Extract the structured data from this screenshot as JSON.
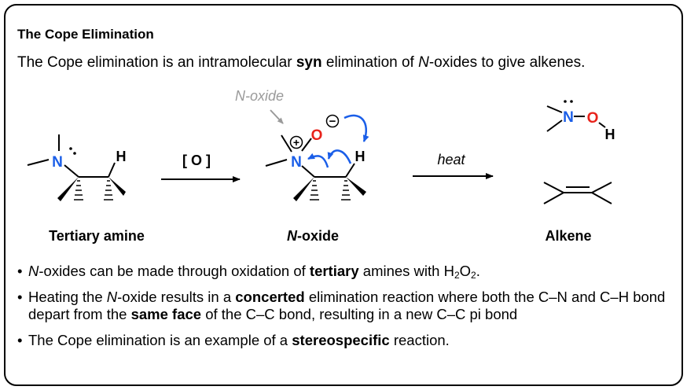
{
  "heading": "The Cope Elimination",
  "intro": {
    "before": "The Cope elimination is an intramolecular ",
    "bold": "syn",
    "middle": " elimination of ",
    "italic": "N",
    "after": "-oxides to give alkenes."
  },
  "scheme": {
    "callout": "N-oxide",
    "arrow1_label": "[ O ]",
    "arrow2_label": "heat",
    "captions": {
      "reactant": "Tertiary amine",
      "intermediate_italic": "N",
      "intermediate_rest": "-oxide",
      "product": "Alkene"
    },
    "atoms": {
      "nitrogen": "N",
      "oxygen": "O",
      "hydrogen": "H",
      "plus": "+",
      "minus": "−"
    },
    "colors": {
      "nitrogen": "#1a5ee8",
      "oxygen": "#e8231b",
      "arrows": "#1a5ee8",
      "callout": "#9a9a9a"
    }
  },
  "bullets": [
    {
      "italic": "N",
      "text1": "-oxides can be made through oxidation of ",
      "bold": "tertiary",
      "text2": " amines with H",
      "sub1": "2",
      "text3": "O",
      "sub2": "2",
      "text4": "."
    },
    {
      "text1": "Heating the ",
      "italic": "N",
      "text2": "-oxide results in a ",
      "bold1": "concerted",
      "text3": " elimination reaction where both the C–N and C–H bond depart from the ",
      "bold2": "same face",
      "text4": " of the C–C bond, resulting in a new C–C pi bond"
    },
    {
      "text1": "The Cope elimination is an example of a ",
      "bold": "stereospecific",
      "text2": " reaction."
    }
  ],
  "bullet_symbol": "•"
}
